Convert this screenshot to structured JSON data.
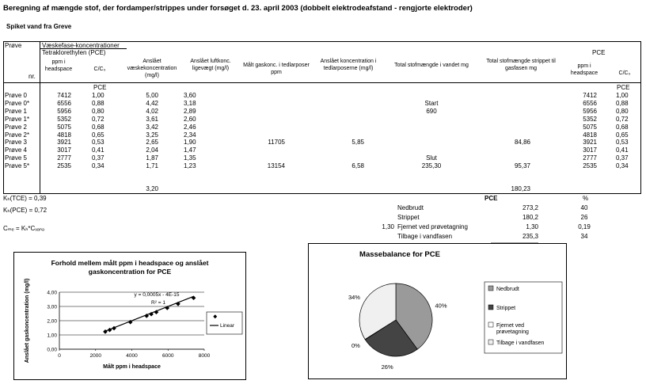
{
  "title": "Beregning af mængde stof, der fordamper/strippes under forsøget d. 23. april 2003 (dobbelt elektrodeafstand - rengjorte elektroder)",
  "subtitle": "Spiket vand fra Greve",
  "table": {
    "h_prove": "Prøve",
    "h_group": "Væskefase-koncentrationer",
    "h_compound": "Tetraklorethylen (PCE)",
    "h_pce_right": "PCE",
    "h_nr": "nr.",
    "h_ppm": "ppm i headspace",
    "h_cc0": "C/C₀",
    "h_est_liquid": "Anslået væskekoncentration (mg/l)",
    "h_est_air": "Anslået luftkonc. ligevægt (mg/l)",
    "h_measured_gas": "Målt gaskonc. i tedlarposer ppm",
    "h_est_tedlar": "Anslået koncentration i tedlarposerne (mg/l)",
    "h_total_water": "Total stofmængde i vandet mg",
    "h_total_stripped": "Total stofmængde strippet til gasfasen mg",
    "h_ppm2": "ppm i headspace",
    "h_cc0_2": "C/C₀",
    "unit_pce": "PCE",
    "rows": [
      {
        "nr": "Prøve 0",
        "ppm": "7412",
        "cc": "1,00",
        "liq": "5,00",
        "air": "3,60",
        "gas": "",
        "ted": "",
        "tw": "",
        "ts": "",
        "ppm2": "7412",
        "cc2": "1,00"
      },
      {
        "nr": "Prøve 0*",
        "ppm": "6556",
        "cc": "0,88",
        "liq": "4,42",
        "air": "3,18",
        "gas": "",
        "ted": "",
        "tw": "Start",
        "ts": "",
        "ppm2": "6556",
        "cc2": "0,88"
      },
      {
        "nr": "Prøve 1",
        "ppm": "5956",
        "cc": "0,80",
        "liq": "4,02",
        "air": "2,89",
        "gas": "",
        "ted": "",
        "tw": "690",
        "ts": "",
        "ppm2": "5956",
        "cc2": "0,80"
      },
      {
        "nr": "Prøve 1*",
        "ppm": "5352",
        "cc": "0,72",
        "liq": "3,61",
        "air": "2,60",
        "gas": "",
        "ted": "",
        "tw": "",
        "ts": "",
        "ppm2": "5352",
        "cc2": "0,72"
      },
      {
        "nr": "Prøve 2",
        "ppm": "5075",
        "cc": "0,68",
        "liq": "3,42",
        "air": "2,46",
        "gas": "",
        "ted": "",
        "tw": "",
        "ts": "",
        "ppm2": "5075",
        "cc2": "0,68"
      },
      {
        "nr": "Prøve 2*",
        "ppm": "4818",
        "cc": "0,65",
        "liq": "3,25",
        "air": "2,34",
        "gas": "",
        "ted": "",
        "tw": "",
        "ts": "",
        "ppm2": "4818",
        "cc2": "0,65"
      },
      {
        "nr": "Prøve 3",
        "ppm": "3921",
        "cc": "0,53",
        "liq": "2,65",
        "air": "1,90",
        "gas": "11705",
        "ted": "5,85",
        "tw": "",
        "ts": "84,86",
        "ppm2": "3921",
        "cc2": "0,53"
      },
      {
        "nr": "Prøve 4",
        "ppm": "3017",
        "cc": "0,41",
        "liq": "2,04",
        "air": "1,47",
        "gas": "",
        "ted": "",
        "tw": "",
        "ts": "",
        "ppm2": "3017",
        "cc2": "0,41"
      },
      {
        "nr": "Prøve 5",
        "ppm": "2777",
        "cc": "0,37",
        "liq": "1,87",
        "air": "1,35",
        "gas": "",
        "ted": "",
        "tw": "Slut",
        "ts": "",
        "ppm2": "2777",
        "cc2": "0,37"
      },
      {
        "nr": "Prøve 5*",
        "ppm": "2535",
        "cc": "0,34",
        "liq": "1,71",
        "air": "1,23",
        "gas": "13154",
        "ted": "6,58",
        "tw": "235,30",
        "ts": "95,37",
        "ppm2": "2535",
        "cc2": "0,34"
      }
    ],
    "sum_liq": "3,20",
    "sum_stripped": "180,23"
  },
  "constants": {
    "kh_tce": "Kₕ(TCE) = 0,39",
    "kh_pce": "Kₕ(PCE) = 0,72",
    "formula": "Cₘₑ = Kₕ*Cᵥₐₙₔ"
  },
  "balance": {
    "h_pce": "PCE",
    "h_pct": "%",
    "rows": [
      {
        "label": "Nedbrudt",
        "prefix": "",
        "value": "273,2",
        "pct": "40"
      },
      {
        "label": "Strippet",
        "prefix": "",
        "value": "180,2",
        "pct": "26"
      },
      {
        "label": "Fjernet ved prøvetagning",
        "prefix": "1,30",
        "value": "1,30",
        "pct": "0,19"
      },
      {
        "label": "Tilbage i vandfasen",
        "prefix": "",
        "value": "235,3",
        "pct": "34"
      }
    ]
  },
  "scatter": {
    "title": "Forhold mellem målt ppm i headspace og anslået gaskoncentration for PCE",
    "xlabel": "Målt ppm i headspace",
    "ylabel": "Anslået gaskoncentration (mg/l)",
    "equation": "y = 0,0005x - 4E-15",
    "r2": "R² = 1",
    "legend_linear": "Linear"
  },
  "pie": {
    "title": "Massebalance for PCE"
  },
  "chart_data": [
    {
      "type": "scatter",
      "title": "Forhold mellem målt ppm i headspace og anslået gaskoncentration for PCE",
      "xlabel": "Målt ppm i headspace",
      "ylabel": "Anslået gaskoncentration (mg/l)",
      "xlim": [
        0,
        8000
      ],
      "ylim": [
        0,
        4
      ],
      "xticks": [
        "0",
        "2000",
        "4000",
        "6000",
        "8000"
      ],
      "yticks": [
        "0,00",
        "1,00",
        "2,00",
        "3,00",
        "4,00"
      ],
      "x": [
        7412,
        6556,
        5956,
        5352,
        5075,
        4818,
        3921,
        3017,
        2777,
        2535
      ],
      "y": [
        3.6,
        3.18,
        2.89,
        2.6,
        2.46,
        2.34,
        1.9,
        1.47,
        1.35,
        1.23
      ],
      "trendline": {
        "slope": 0.0005,
        "intercept": 0
      },
      "legend": [
        "",
        "Linear"
      ],
      "grid": true
    },
    {
      "type": "pie",
      "title": "Massebalance for PCE",
      "categories": [
        "Nedbrudt",
        "Strippet",
        "Fjernet ved prøvetagning",
        "Tilbage i vandfasen"
      ],
      "values": [
        40,
        26,
        0.19,
        34
      ],
      "labels": [
        "40%",
        "26%",
        "0%",
        "34%"
      ],
      "colors": [
        "#9a9a9a",
        "#444444",
        "#ffffff",
        "#f0f0f0"
      ],
      "legend_position": "right"
    }
  ]
}
